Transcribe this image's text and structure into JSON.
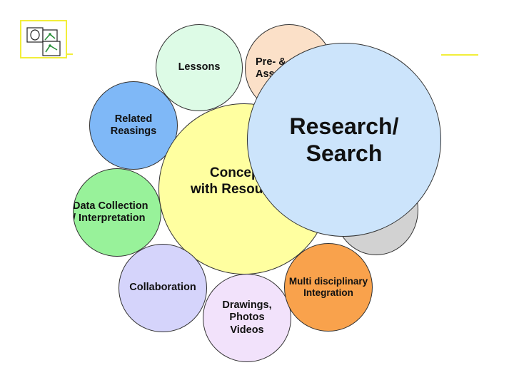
{
  "diagram": {
    "center": {
      "label": "Concepts\nwith Resources"
    },
    "research": {
      "label": "Research/\nSearch"
    },
    "satellites": [
      {
        "id": "lessons",
        "label": "Lessons"
      },
      {
        "id": "pre-assessment",
        "label": "Pre- &\nAssessment"
      },
      {
        "id": "related-readings",
        "label": "Related\nReasings"
      },
      {
        "id": "data-collection",
        "label": "Data Collection\n/ Interpretation"
      },
      {
        "id": "collaboration",
        "label": "Collaboration"
      },
      {
        "id": "drawings",
        "label": "Drawings,\nPhotos\nVideos"
      },
      {
        "id": "multi-disciplinary",
        "label": "Multi disciplinary\nIntegration"
      },
      {
        "id": "gray",
        "label": ""
      }
    ]
  },
  "colors": {
    "center": "#ffffa0",
    "research": "#cce4fb",
    "lessons": "#ddfbe6",
    "pre_assessment": "#fbe0c8",
    "related_readings": "#7fb8f7",
    "data_collection": "#98f29a",
    "collaboration": "#d5d4fb",
    "drawings": "#f2e2fb",
    "multi_disciplinary": "#f9a24c",
    "gray": "#d2d2d2",
    "logo_border": "#f2ee3a"
  }
}
